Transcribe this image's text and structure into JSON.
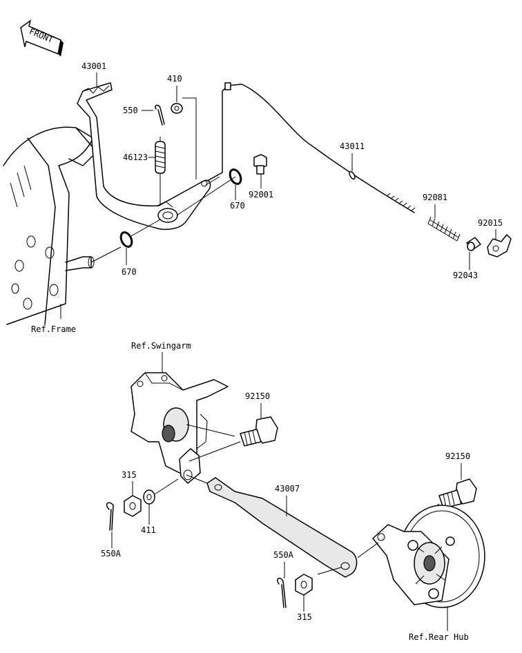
{
  "front_arrow": {
    "text": "FRONT",
    "icon": "front-arrow-icon"
  },
  "labels": {
    "p43001": "43001",
    "p410": "410",
    "p550": "550",
    "p46123": "46123",
    "p92001": "92001",
    "p670_a": "670",
    "p670_b": "670",
    "p43011": "43011",
    "p92081": "92081",
    "p92015": "92015",
    "p92043": "92043",
    "ref_frame": "Ref.Frame",
    "ref_swingarm": "Ref.Swingarm",
    "p92150_a": "92150",
    "p92150_b": "92150",
    "p315_a": "315",
    "p411": "411",
    "p550A_a": "550A",
    "p43007": "43007",
    "p550A_b": "550A",
    "p315_b": "315",
    "ref_rear_hub": "Ref.Rear Hub"
  }
}
